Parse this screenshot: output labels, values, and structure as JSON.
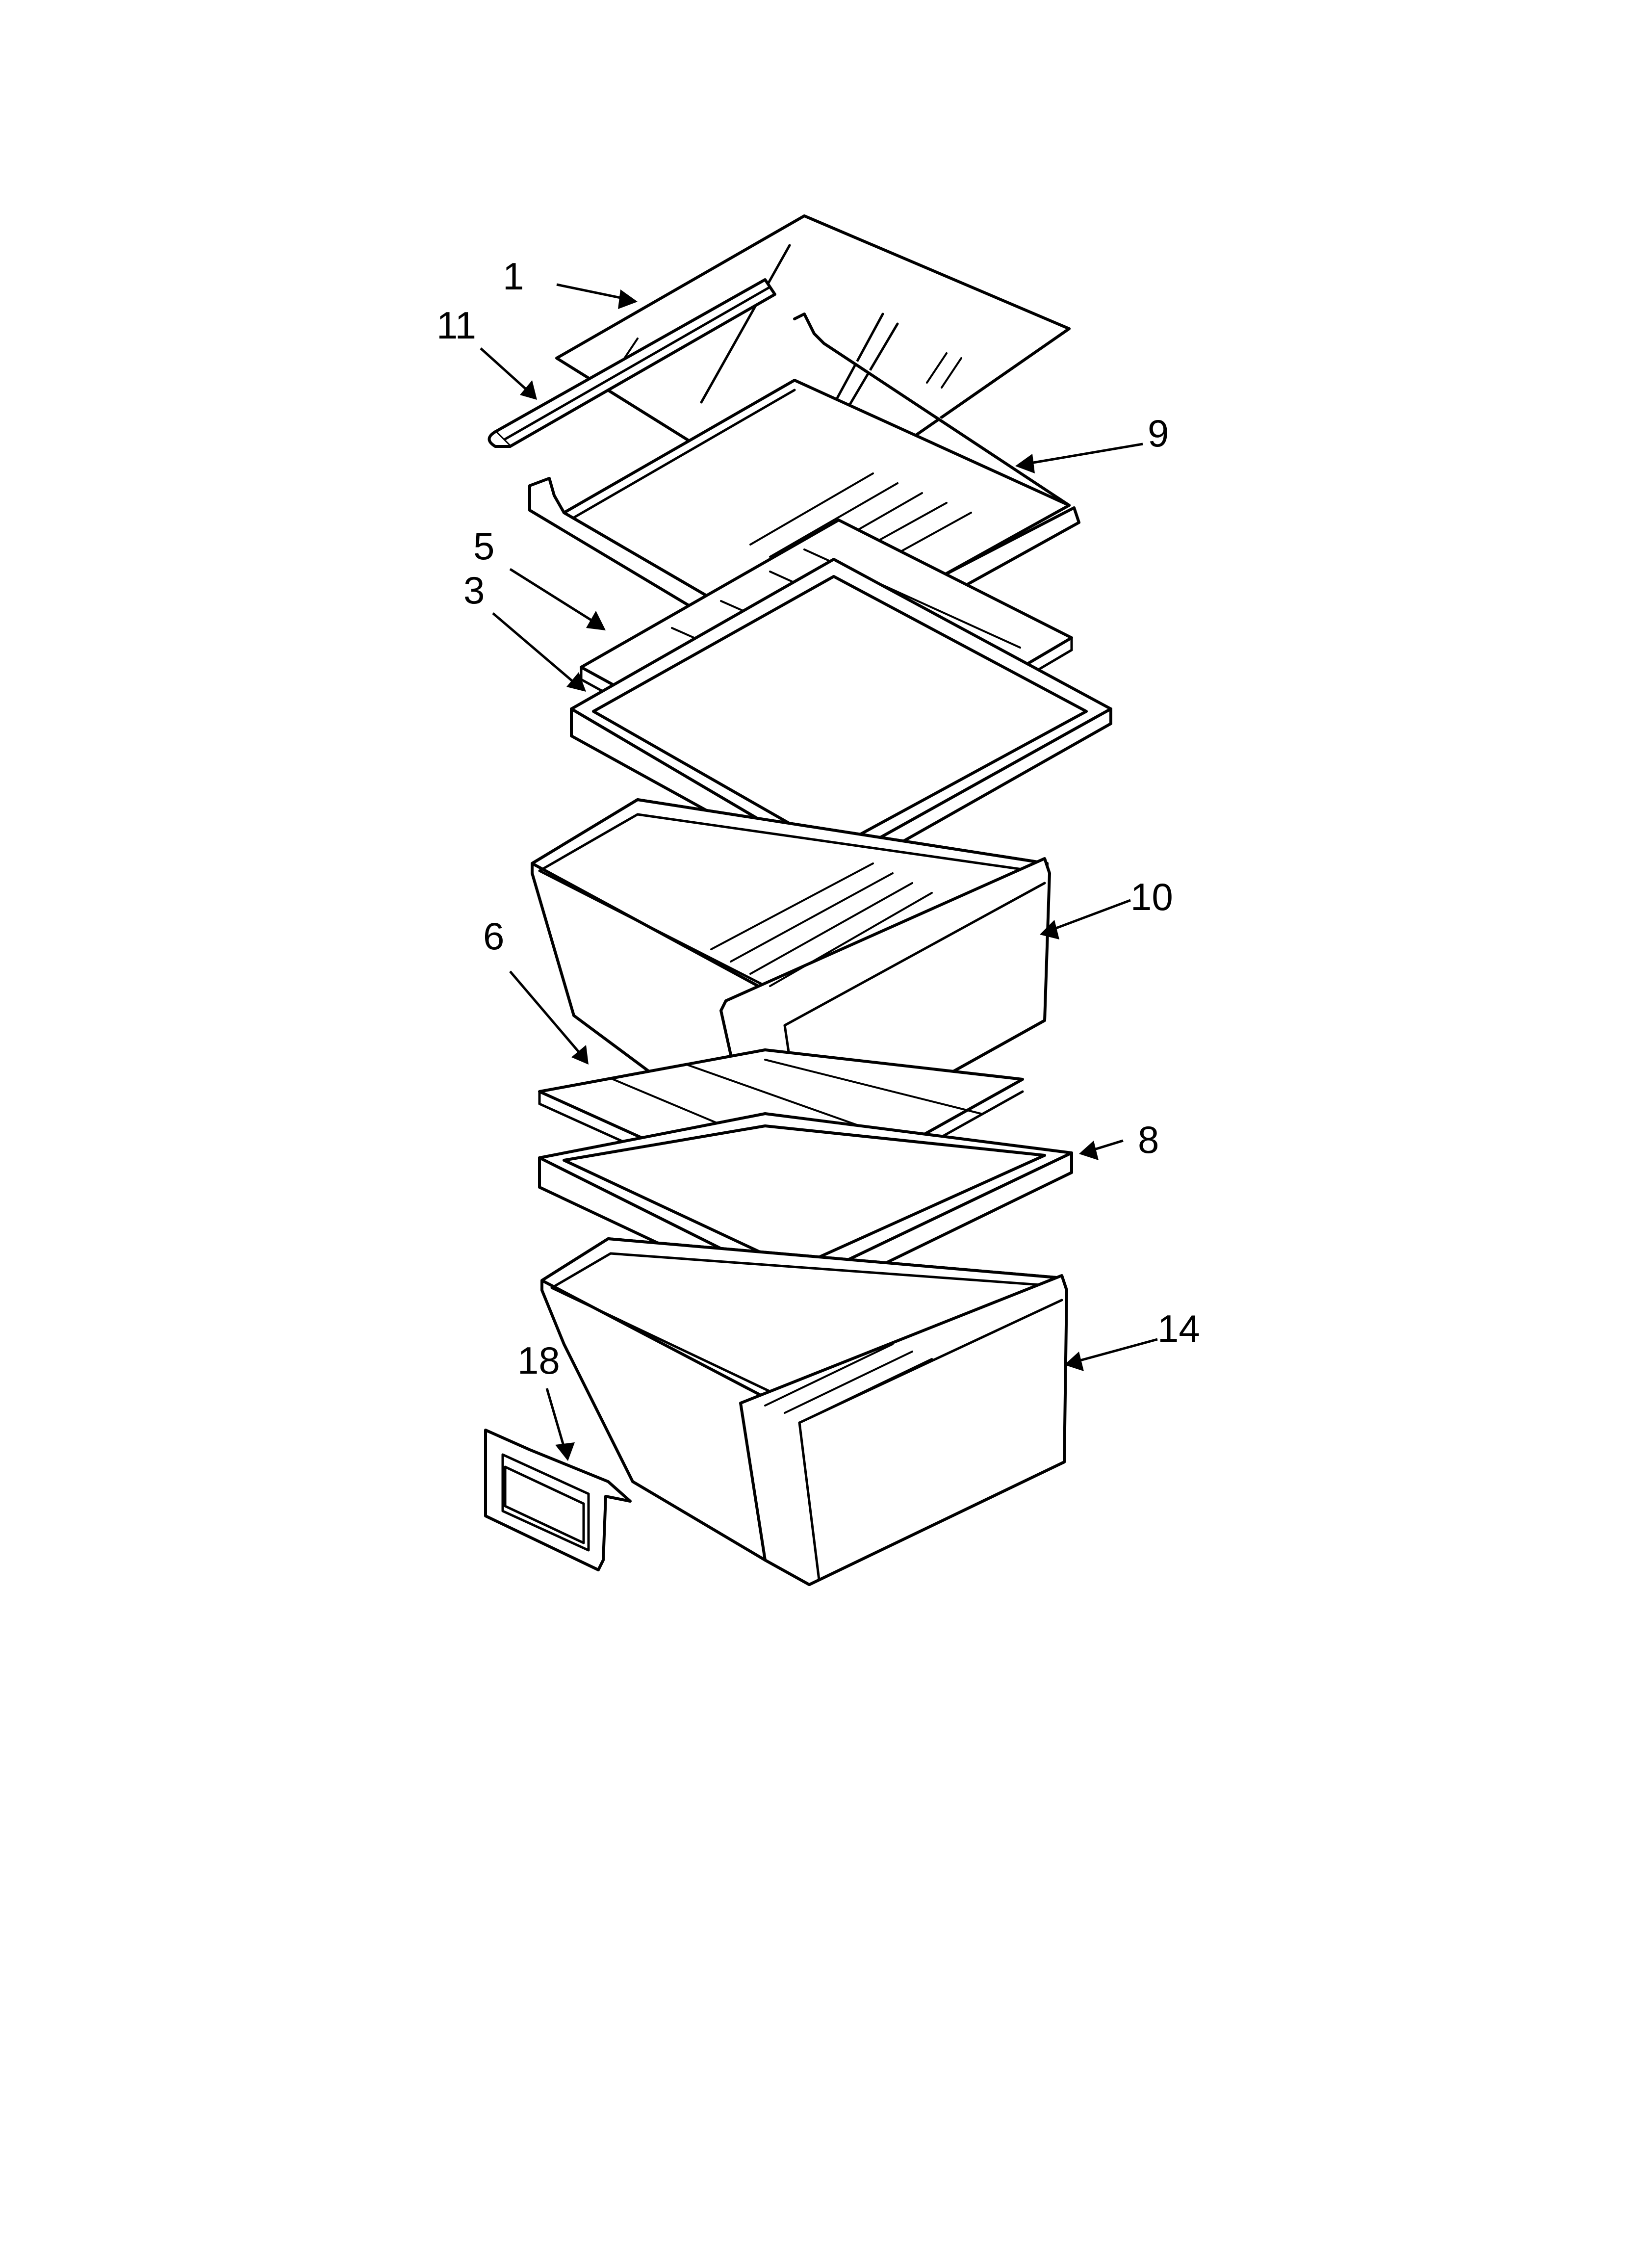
{
  "callouts": [
    {
      "id": "1",
      "text": "1"
    },
    {
      "id": "11",
      "text": "11"
    },
    {
      "id": "9",
      "text": "9"
    },
    {
      "id": "5",
      "text": "5"
    },
    {
      "id": "3",
      "text": "3"
    },
    {
      "id": "10",
      "text": "10"
    },
    {
      "id": "6",
      "text": "6"
    },
    {
      "id": "8",
      "text": "8"
    },
    {
      "id": "14",
      "text": "14"
    },
    {
      "id": "18",
      "text": "18"
    }
  ],
  "colors": {
    "line": "#000000",
    "background": "#ffffff"
  }
}
